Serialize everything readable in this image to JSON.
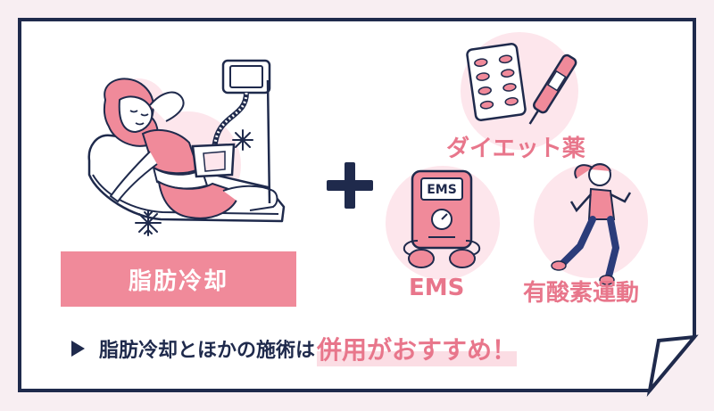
{
  "labels": {
    "cryolipolysis": "脂肪冷却",
    "diet_medicine": "ダイエット薬",
    "ems": "EMS",
    "aerobic": "有酸素運動",
    "ems_screen": "EMS"
  },
  "bottom": {
    "lead": "脂肪冷却とほかの施術は",
    "emphasis": "併用がおすすめ！"
  },
  "colors": {
    "navy": "#1f2a4c",
    "pink": "#f08a9a",
    "pink_text": "#e8768b",
    "blush": "#fbdde4",
    "page_bg": "#f8eef2"
  },
  "icons": [
    "snowflake-icon",
    "pill-blister-icon",
    "injection-pen-icon",
    "ems-device-icon",
    "runner-icon",
    "play-triangle-icon"
  ]
}
